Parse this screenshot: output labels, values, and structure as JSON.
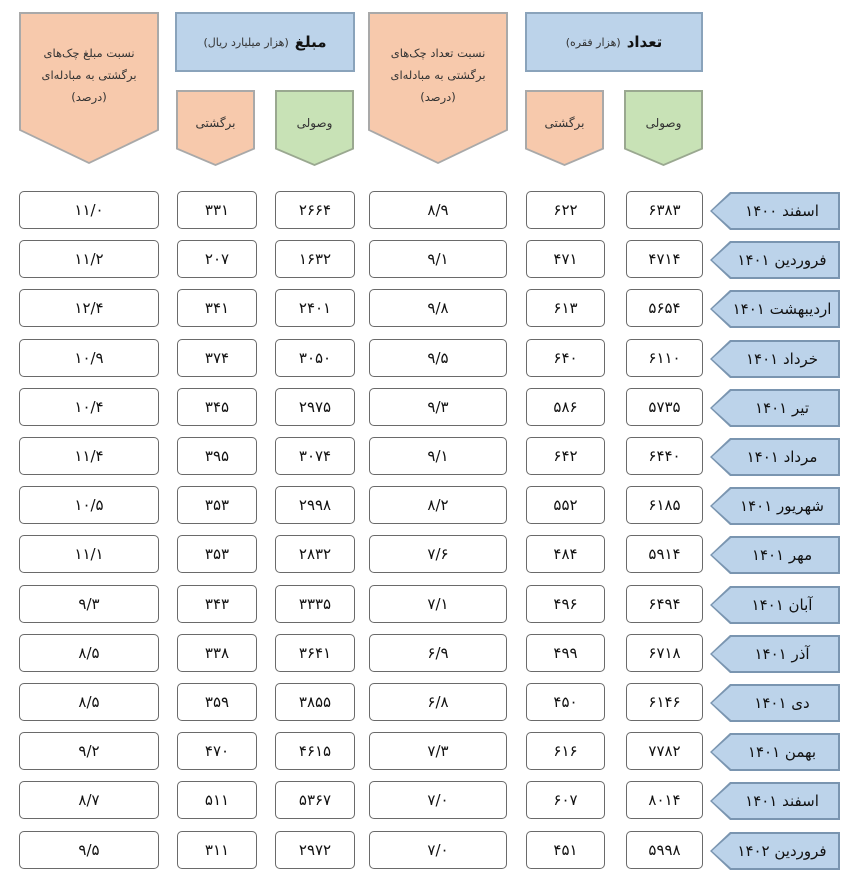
{
  "headers": {
    "count_title": "تعداد",
    "count_unit": "(هزار فقره)",
    "amount_title": "مبلغ",
    "amount_unit": "(هزار میلیارد ریال)",
    "count_ratio": [
      "نسبت تعداد چک‌های",
      "برگشتی به مبادله‌ای",
      "(درصد)"
    ],
    "amount_ratio": [
      "نسبت مبلغ چک‌های",
      "برگشتی به مبادله‌ای",
      "(درصد)"
    ],
    "received": "وصولی",
    "returned": "برگشتی"
  },
  "rows": [
    {
      "month": "اسفند ۱۴۰۰",
      "count_received": "۶۳۸۳",
      "count_returned": "۶۲۲",
      "count_ratio": "۸/۹",
      "amount_received": "۲۶۶۴",
      "amount_returned": "۳۳۱",
      "amount_ratio": "۱۱/۰"
    },
    {
      "month": "فروردین ۱۴۰۱",
      "count_received": "۴۷۱۴",
      "count_returned": "۴۷۱",
      "count_ratio": "۹/۱",
      "amount_received": "۱۶۳۲",
      "amount_returned": "۲۰۷",
      "amount_ratio": "۱۱/۲"
    },
    {
      "month": "اردیبهشت ۱۴۰۱",
      "count_received": "۵۶۵۴",
      "count_returned": "۶۱۳",
      "count_ratio": "۹/۸",
      "amount_received": "۲۴۰۱",
      "amount_returned": "۳۴۱",
      "amount_ratio": "۱۲/۴"
    },
    {
      "month": "خرداد ۱۴۰۱",
      "count_received": "۶۱۱۰",
      "count_returned": "۶۴۰",
      "count_ratio": "۹/۵",
      "amount_received": "۳۰۵۰",
      "amount_returned": "۳۷۴",
      "amount_ratio": "۱۰/۹"
    },
    {
      "month": "تیر ۱۴۰۱",
      "count_received": "۵۷۳۵",
      "count_returned": "۵۸۶",
      "count_ratio": "۹/۳",
      "amount_received": "۲۹۷۵",
      "amount_returned": "۳۴۵",
      "amount_ratio": "۱۰/۴"
    },
    {
      "month": "مرداد ۱۴۰۱",
      "count_received": "۶۴۴۰",
      "count_returned": "۶۴۲",
      "count_ratio": "۹/۱",
      "amount_received": "۳۰۷۴",
      "amount_returned": "۳۹۵",
      "amount_ratio": "۱۱/۴"
    },
    {
      "month": "شهریور ۱۴۰۱",
      "count_received": "۶۱۸۵",
      "count_returned": "۵۵۲",
      "count_ratio": "۸/۲",
      "amount_received": "۲۹۹۸",
      "amount_returned": "۳۵۳",
      "amount_ratio": "۱۰/۵"
    },
    {
      "month": "مهر ۱۴۰۱",
      "count_received": "۵۹۱۴",
      "count_returned": "۴۸۴",
      "count_ratio": "۷/۶",
      "amount_received": "۲۸۳۲",
      "amount_returned": "۳۵۳",
      "amount_ratio": "۱۱/۱"
    },
    {
      "month": "آبان ۱۴۰۱",
      "count_received": "۶۴۹۴",
      "count_returned": "۴۹۶",
      "count_ratio": "۷/۱",
      "amount_received": "۳۳۳۵",
      "amount_returned": "۳۴۳",
      "amount_ratio": "۹/۳"
    },
    {
      "month": "آذر ۱۴۰۱",
      "count_received": "۶۷۱۸",
      "count_returned": "۴۹۹",
      "count_ratio": "۶/۹",
      "amount_received": "۳۶۴۱",
      "amount_returned": "۳۳۸",
      "amount_ratio": "۸/۵"
    },
    {
      "month": "دی ۱۴۰۱",
      "count_received": "۶۱۴۶",
      "count_returned": "۴۵۰",
      "count_ratio": "۶/۸",
      "amount_received": "۳۸۵۵",
      "amount_returned": "۳۵۹",
      "amount_ratio": "۸/۵"
    },
    {
      "month": "بهمن ۱۴۰۱",
      "count_received": "۷۷۸۲",
      "count_returned": "۶۱۶",
      "count_ratio": "۷/۳",
      "amount_received": "۴۶۱۵",
      "amount_returned": "۴۷۰",
      "amount_ratio": "۹/۲"
    },
    {
      "month": "اسفند ۱۴۰۱",
      "count_received": "۸۰۱۴",
      "count_returned": "۶۰۷",
      "count_ratio": "۷/۰",
      "amount_received": "۵۳۶۷",
      "amount_returned": "۵۱۱",
      "amount_ratio": "۸/۷"
    },
    {
      "month": "فروردین ۱۴۰۲",
      "count_received": "۵۹۹۸",
      "count_returned": "۴۵۱",
      "count_ratio": "۷/۰",
      "amount_received": "۲۹۷۲",
      "amount_returned": "۳۱۱",
      "amount_ratio": "۹/۵"
    }
  ]
}
